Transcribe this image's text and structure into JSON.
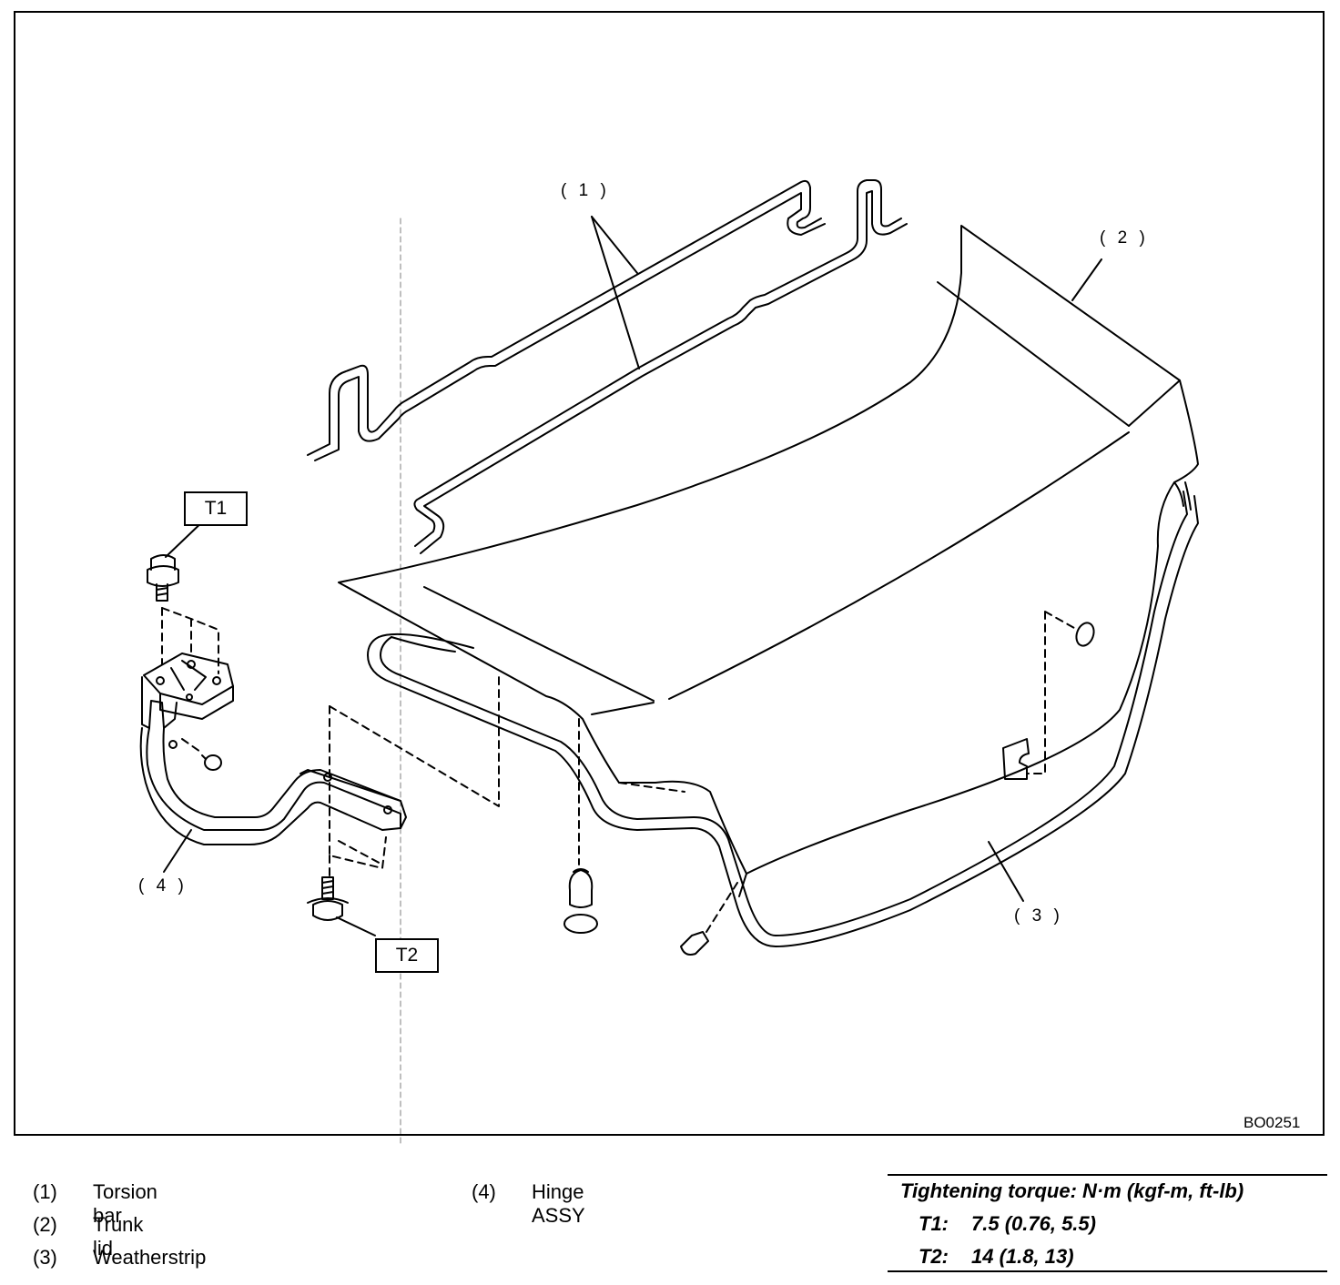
{
  "callouts": {
    "c1": "( 1 )",
    "c2": "( 2 )",
    "c3": "( 3 )",
    "c4": "( 4 )"
  },
  "torque_boxes": {
    "t1": "T1",
    "t2": "T2"
  },
  "figure_id": "BO0251",
  "legend": [
    {
      "num": "(1)",
      "label": "Torsion bar"
    },
    {
      "num": "(2)",
      "label": "Trunk lid"
    },
    {
      "num": "(3)",
      "label": "Weatherstrip"
    },
    {
      "num": "(4)",
      "label": "Hinge ASSY"
    }
  ],
  "torque_spec": {
    "title": "Tightening torque: N·m (kgf-m, ft-lb)",
    "rows": [
      {
        "key": "T1:",
        "value": "7.5 (0.76, 5.5)"
      },
      {
        "key": "T2:",
        "value": "14 (1.8, 13)"
      }
    ]
  }
}
